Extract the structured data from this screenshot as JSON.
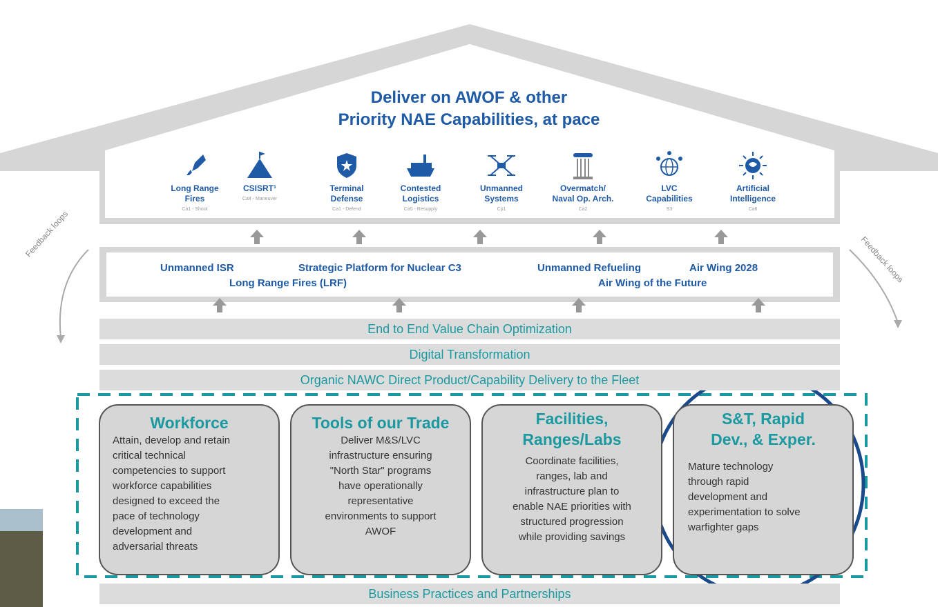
{
  "roof": {
    "title_line1": "Deliver on AWOF & other",
    "title_line2": "Priority NAE Capabilities, at pace"
  },
  "capabilities": [
    {
      "label1": "Long Range",
      "label2": "Fires",
      "sub": "Ca1 - Shoot",
      "icon": "rocket-icon"
    },
    {
      "label1": "CSISRT¹",
      "label2": "",
      "sub": "Ca4 - Maneuver",
      "icon": "mountain-flag-icon"
    },
    {
      "label1": "Terminal",
      "label2": "Defense",
      "sub": "Ca1 - Defend",
      "icon": "shield-icon"
    },
    {
      "label1": "Contested",
      "label2": "Logistics",
      "sub": "Ca5 - Resupply",
      "icon": "ship-icon"
    },
    {
      "label1": "Unmanned",
      "label2": "Systems",
      "sub": "Cp1",
      "icon": "drone-icon"
    },
    {
      "label1": "Overmatch/",
      "label2": "Naval Op. Arch.",
      "sub": "Ca2",
      "icon": "pillar-icon"
    },
    {
      "label1": "LVC",
      "label2": "Capabilities",
      "sub": "S3",
      "icon": "globe-network-icon"
    },
    {
      "label1": "Artificial",
      "label2": "Intelligence",
      "sub": "Ca6",
      "icon": "ai-brain-icon"
    }
  ],
  "programs": {
    "row1": [
      "Unmanned ISR",
      "Strategic Platform for Nuclear C3",
      "Unmanned Refueling",
      "Air Wing 2028"
    ],
    "row2": [
      "Long Range Fires (LRF)",
      "Air Wing of the Future"
    ]
  },
  "bars": {
    "value_chain": "End to End Value Chain Optimization",
    "digital": "Digital Transformation",
    "organic": "Organic NAWC Direct Product/Capability Delivery to the Fleet",
    "business": "Business Practices and Partnerships"
  },
  "feedback": {
    "left": "Feedback loops",
    "right": "Feedback loops"
  },
  "pillars": [
    {
      "title1": "Workforce",
      "title2": "",
      "lines": [
        "Attain, develop and retain",
        "critical technical",
        "competencies to support",
        "workforce capabilities",
        "designed to exceed the",
        "pace of technology",
        "development and",
        "adversarial threats"
      ]
    },
    {
      "title1": "Tools of our Trade",
      "title2": "",
      "lines": [
        "Deliver M&S/LVC",
        "infrastructure ensuring",
        "\"North Star\" programs",
        "have operationally",
        "representative",
        "environments to support",
        "AWOF"
      ]
    },
    {
      "title1": "Facilities,",
      "title2": "Ranges/Labs",
      "lines": [
        "Coordinate facilities,",
        "ranges, lab and",
        "infrastructure plan to",
        "enable NAE priorities with",
        "structured progression",
        "while providing savings"
      ]
    },
    {
      "title1": "S&T, Rapid",
      "title2": "Dev., & Exper.",
      "lines": [
        "Mature technology",
        "through rapid",
        "development and",
        "experimentation to solve",
        "warfighter gaps"
      ]
    }
  ],
  "colors": {
    "title_blue": "#1f5aa6",
    "teal": "#1a9aa0",
    "roof_gray": "#d4d4d4",
    "highlight_circle": "#1a4a8c"
  }
}
